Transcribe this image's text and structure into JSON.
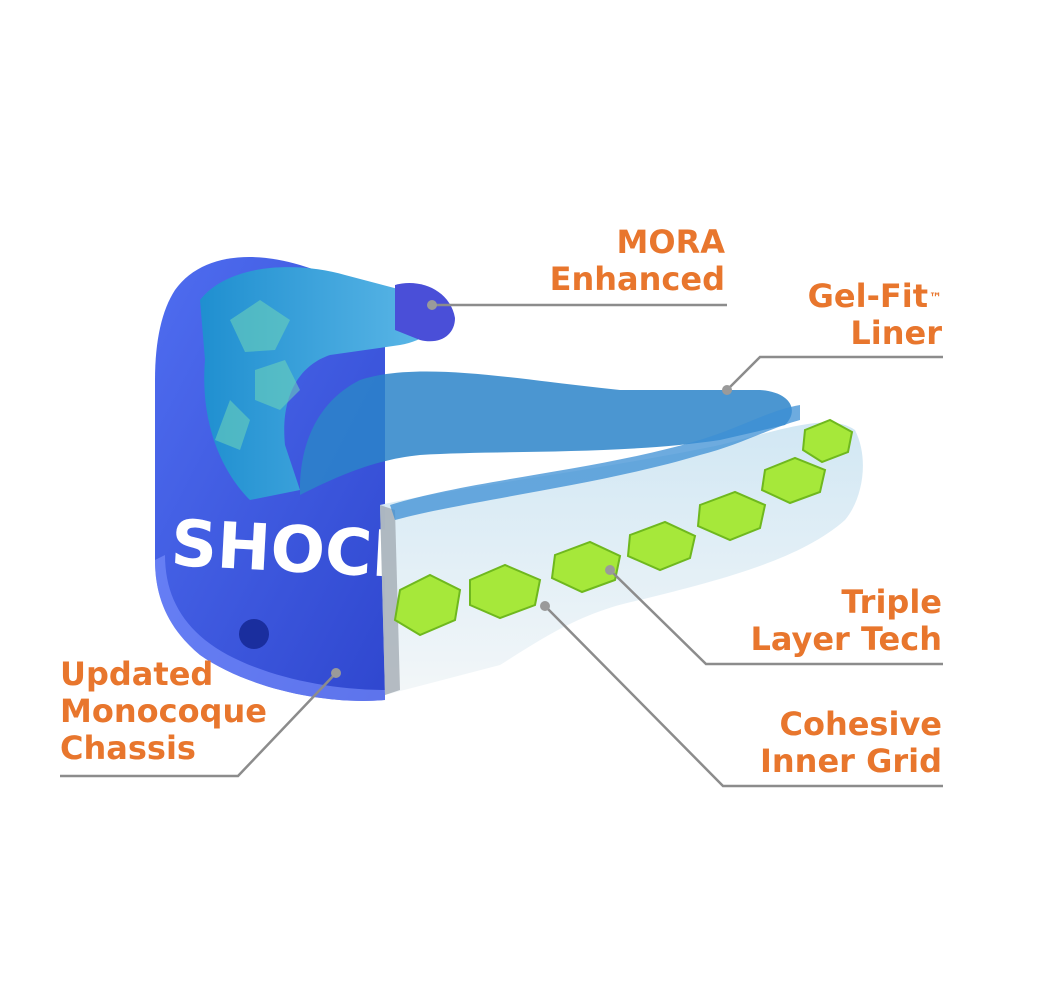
{
  "colors": {
    "label": "#e8762d",
    "leader": "#8c8c8c",
    "chassis": "#3b57e0",
    "liner": "#2a9ad6",
    "grid": "#a6e83a"
  },
  "product": {
    "logo_text": "SHOCK"
  },
  "callouts": {
    "mora": {
      "line1": "MORA",
      "line2": "Enhanced"
    },
    "gelfit": {
      "line1": "Gel-Fit",
      "tm": "™",
      "line2": "Liner"
    },
    "triple": {
      "line1": "Triple",
      "line2": "Layer Tech"
    },
    "cohesive": {
      "line1": "Cohesive",
      "line2": "Inner Grid"
    },
    "chassis": {
      "line1": "Updated",
      "line2": "Monocoque",
      "line3": "Chassis"
    }
  }
}
